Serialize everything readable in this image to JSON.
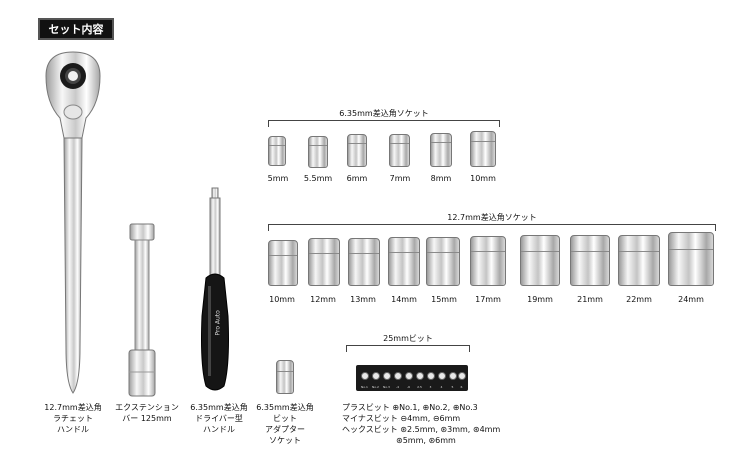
{
  "badge": {
    "label": "セット内容"
  },
  "tools": {
    "ratchet": "12.7mm差込角\nラチェット\nハンドル",
    "extension": "エクステンション\nバー 125mm",
    "driver": "6.35mm差込角\nドライバー型\nハンドル",
    "adapter": "6.35mm差込角\nビット\nアダプター\nソケット",
    "driver_brand": "Pro Auto"
  },
  "small_sockets": {
    "title": "6.35mm差込角ソケット",
    "sizes": [
      "5mm",
      "5.5mm",
      "6mm",
      "7mm",
      "8mm",
      "10mm"
    ]
  },
  "large_sockets": {
    "title": "12.7mm差込角ソケット",
    "sizes": [
      "10mm",
      "12mm",
      "13mm",
      "14mm",
      "15mm",
      "17mm",
      "19mm",
      "21mm",
      "22mm",
      "24mm"
    ]
  },
  "bits": {
    "title": "25mmビット",
    "labels": [
      "No.1",
      "No.2",
      "No.3",
      "-4",
      "-6",
      "2.5",
      "3",
      "4",
      "5",
      "6"
    ],
    "spec_lines": [
      "プラスビット ⊕No.1, ⊕No.2, ⊕No.3",
      "マイナスビット ⊖4mm, ⊖6mm",
      "ヘックスビット ⊛2.5mm, ⊛3mm, ⊛4mm",
      "⊛5mm, ⊛6mm"
    ]
  }
}
